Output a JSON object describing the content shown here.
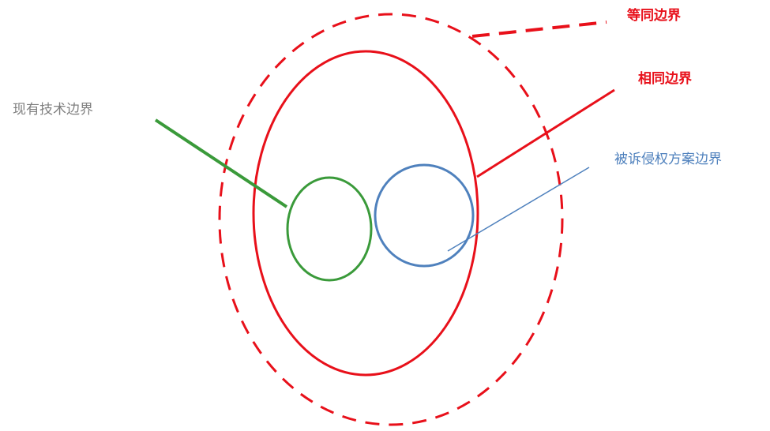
{
  "labels": {
    "equivalent_boundary": "等同边界",
    "identical_boundary": "相同边界",
    "prior_art_boundary": "现有技术边界",
    "accused_scheme_boundary": "被诉侵权方案边界"
  },
  "colors": {
    "equivalent": "#e8101a",
    "identical": "#e8101a",
    "prior_art": "#3a9a3a",
    "accused": "#4f81bd",
    "prior_art_text": "#7f7f7f",
    "accused_text": "#4f81bd"
  }
}
